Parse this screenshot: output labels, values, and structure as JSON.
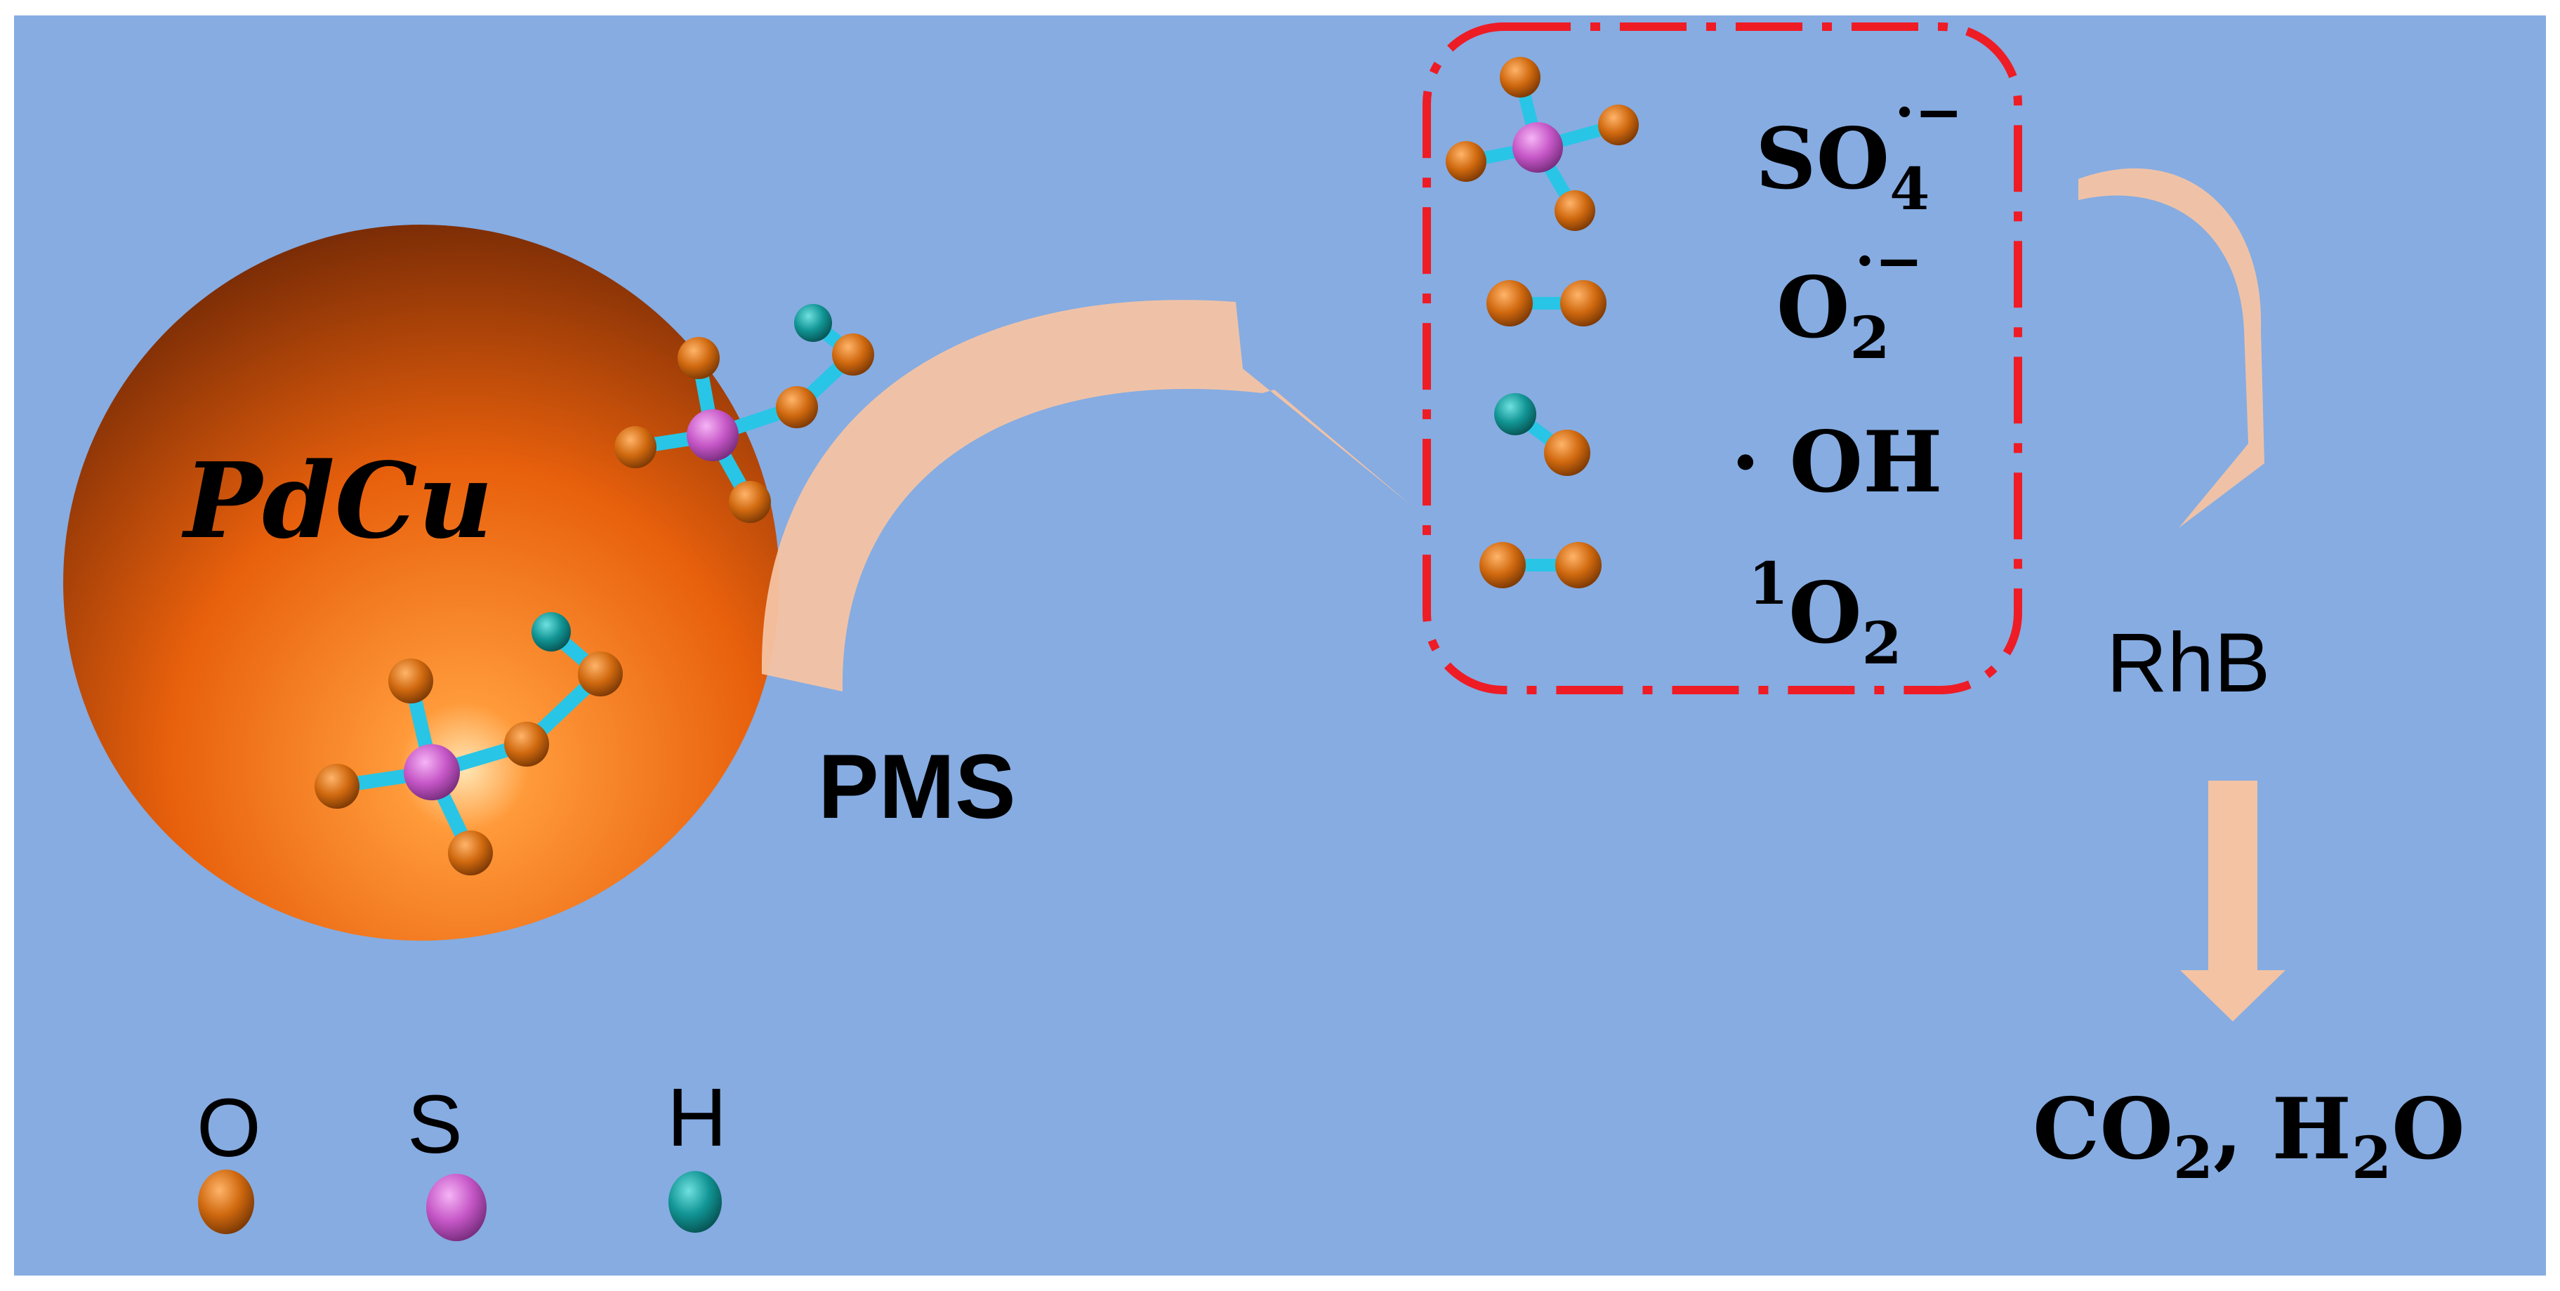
{
  "colors": {
    "background": "#86ACE2",
    "frame": "#FFFFFF",
    "oxygen": "#D0690F",
    "sulfur": "#C657C7",
    "hydrogen": "#129595",
    "bond": "#28C5E6",
    "arrow": "#F4C3A3",
    "box_border": "#EE1C25",
    "sphere_light": "#FF8A2A",
    "sphere_dark": "#6E2806"
  },
  "particle": {
    "label": "PdCu"
  },
  "reagent": {
    "label": "PMS"
  },
  "species_box": {
    "items": [
      {
        "base": "SO",
        "sub": "4",
        "sup": "·−",
        "icon": "sulfate-molecule-icon"
      },
      {
        "base": "O",
        "sub": "2",
        "sup": "·−",
        "icon": "superoxide-molecule-icon"
      },
      {
        "base": "· OH",
        "sub": "",
        "sup": "",
        "icon": "hydroxyl-molecule-icon"
      },
      {
        "pre": "1",
        "base": "O",
        "sub": "2",
        "sup": "",
        "icon": "singlet-oxygen-molecule-icon"
      }
    ]
  },
  "target": {
    "label": "RhB"
  },
  "products": {
    "a": "CO",
    "a_sub": "2",
    "sep": ", ",
    "b": "H",
    "b_sub": "2",
    "b_tail": "O"
  },
  "legend": {
    "items": [
      {
        "label": "O",
        "icon": "oxygen-atom-icon",
        "color_key": "oxygen"
      },
      {
        "label": "S",
        "icon": "sulfur-atom-icon",
        "color_key": "sulfur"
      },
      {
        "label": "H",
        "icon": "hydrogen-atom-icon",
        "color_key": "hydrogen"
      }
    ]
  }
}
